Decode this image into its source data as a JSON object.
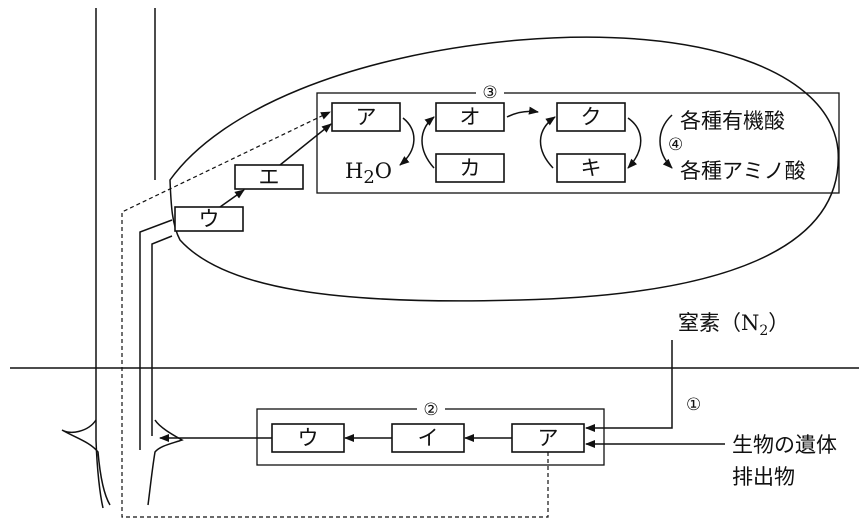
{
  "boxes": {
    "leaf_a": "ア",
    "leaf_o": "オ",
    "leaf_ku": "ク",
    "leaf_ka": "カ",
    "leaf_ki": "キ",
    "stem_e": "エ",
    "stem_u": "ウ",
    "soil_u": "ウ",
    "soil_i": "イ",
    "soil_a": "ア"
  },
  "markers": {
    "one": "①",
    "two": "②",
    "three": "③",
    "four": "④"
  },
  "labels": {
    "water_h": "H",
    "water_sub": "2",
    "water_o": "O",
    "organic_acids": "各種有機酸",
    "amino_acids": "各種アミノ酸",
    "nitrogen_prefix": "窒素（N",
    "nitrogen_sub": "2",
    "nitrogen_suffix": "）",
    "remains": "生物の遺体",
    "excreta": "排出物"
  }
}
